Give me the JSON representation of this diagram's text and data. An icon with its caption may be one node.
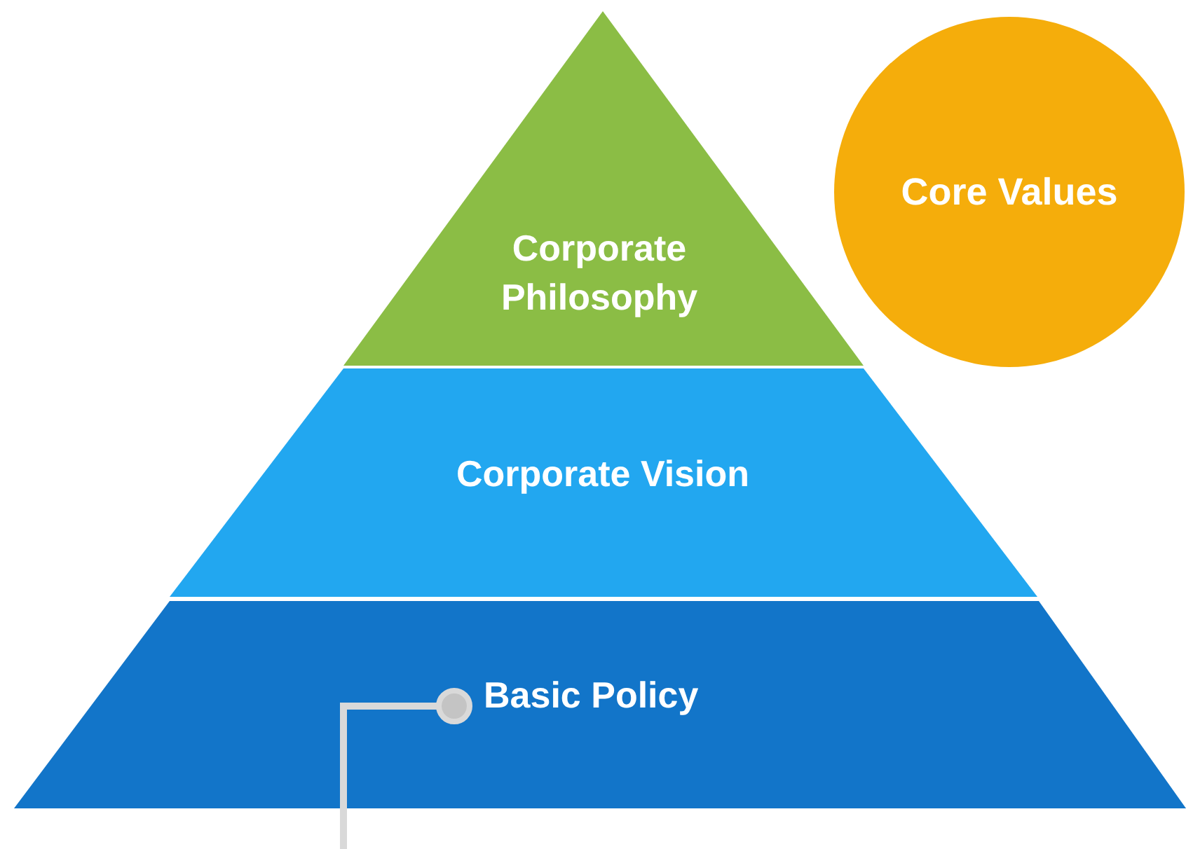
{
  "diagram": {
    "nodes": [
      {
        "text": [
          "Corporate Philosophy"
        ]
      },
      {
        "text": [
          "Core Values"
        ]
      },
      {
        "text": [
          "Corporate Vision"
        ]
      },
      {
        "text": [
          "Basic Policy"
        ]
      }
    ],
    "edges": [
      {
        "from": null,
        "to": 3,
        "arrow": "other",
        "color": "#d9d9d9"
      }
    ]
  }
}
